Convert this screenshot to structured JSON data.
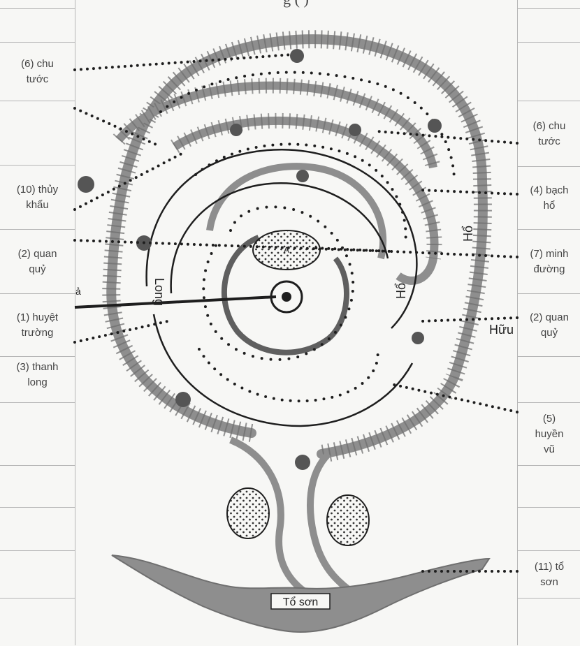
{
  "caption_fragment": "g           (           )",
  "left_labels": [
    "(6) chu\ntước",
    "(10) thủy\nkhẩu",
    "(2) quan\nquỷ",
    "(1) huyệt\ntrường",
    "(3) thanh\nlong"
  ],
  "right_labels": [
    "(6) chu\ntước",
    "(4) bạch\nhổ",
    "(7) minh\nđường",
    "(2) quan\nquỷ",
    "(5)\nhuyền\nvũ",
    "(11) tổ\nsơn"
  ],
  "diagram_labels": {
    "long": "Long",
    "ho_1": "Hổ",
    "ho_2": "Hổ",
    "huu": "Hữu",
    "to_son": "Tổ sơn",
    "dot_a": "A",
    "left_edge": "ả"
  },
  "colors": {
    "ridge": "#8e8e8e",
    "ink": "#1e1e1e",
    "paper": "#f7f7f5",
    "grid": "#b5b5b5"
  }
}
